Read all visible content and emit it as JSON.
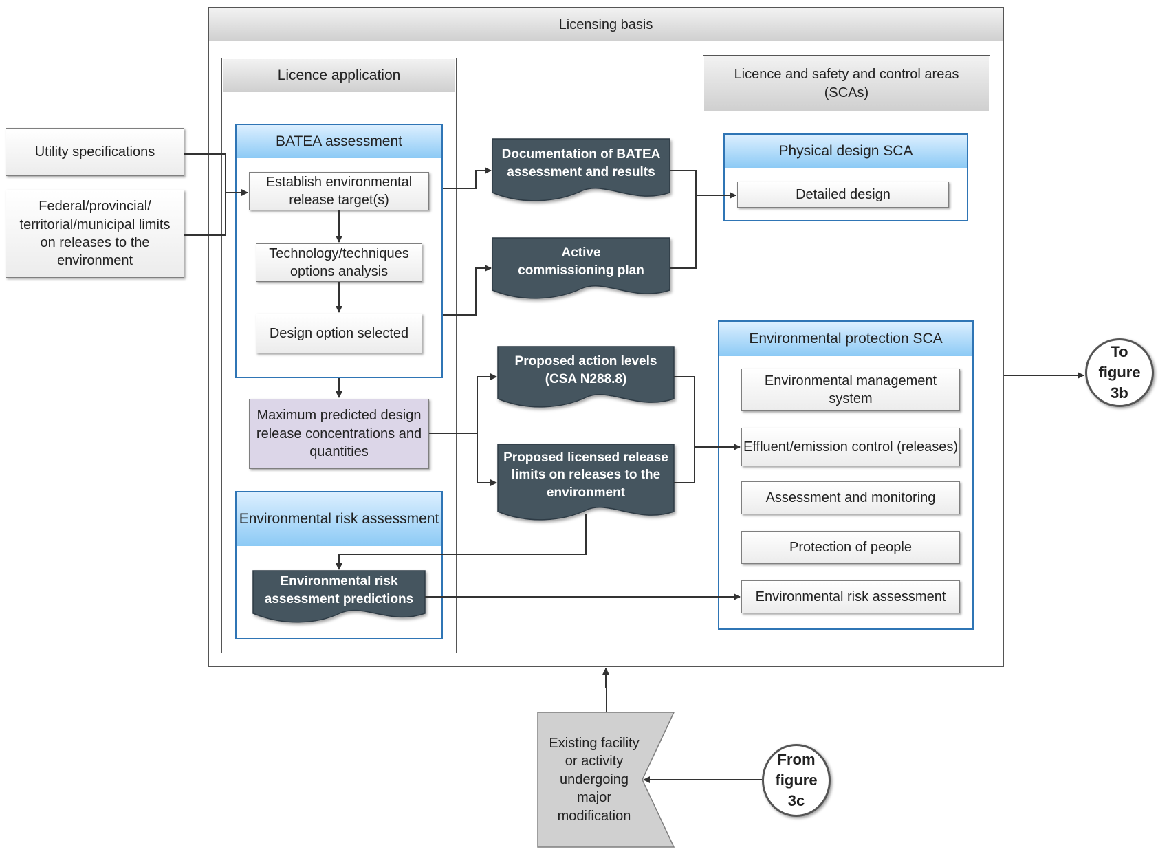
{
  "licensing_basis": "Licensing basis",
  "licence_application": {
    "title": "Licence application",
    "batea": {
      "title": "BATEA assessment",
      "step1": "Establish environmental release target(s)",
      "step2": "Technology/techniques options analysis",
      "step3": "Design option selected"
    },
    "max_predicted": "Maximum predicted design release concentrations and quantities",
    "era": {
      "title": "Environmental risk assessment",
      "predictions": "Environmental risk assessment predictions"
    }
  },
  "inputs": {
    "utility": "Utility specifications",
    "limits": "Federal/provincial/ territorial/municipal limits on releases to the environment"
  },
  "documents": {
    "batea_doc": "Documentation of BATEA assessment and results",
    "commissioning": "Active commissioning plan",
    "action_levels": "Proposed action levels (CSA N288.8)",
    "release_limits": "Proposed licensed release limits on releases to the environment"
  },
  "scas": {
    "title": "Licence and safety and control areas (SCAs)",
    "physical": {
      "title": "Physical design SCA",
      "detailed": "Detailed design"
    },
    "env_protection": {
      "title": "Environmental protection SCA",
      "items": [
        "Environmental management system",
        "Effluent/emission control (releases)",
        "Assessment and monitoring",
        "Protection of people",
        "Environmental risk assessment"
      ]
    }
  },
  "to_figure": "To figure 3b",
  "from_figure": "From figure 3c",
  "existing_facility": "Existing facility or activity undergoing major modification"
}
